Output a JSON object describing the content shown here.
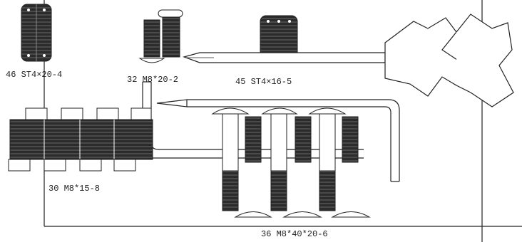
{
  "parts": [
    {
      "label": "46 ST4×20-4"
    },
    {
      "label": "32 M8*20-2"
    },
    {
      "label": "45 ST4×16-5"
    },
    {
      "label": "30 M8*15-8"
    },
    {
      "label": "36 M8*40*20-6"
    }
  ],
  "colors": {
    "line": "#222222",
    "fill": "#2b2b2b",
    "background": "#ffffff"
  }
}
